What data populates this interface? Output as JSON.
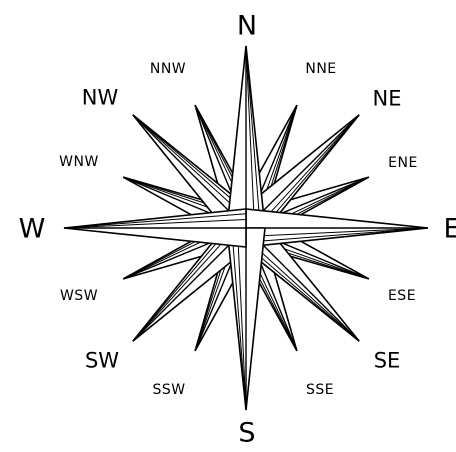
{
  "colors": {
    "ink": "#000000",
    "background": "#ffffff"
  },
  "directions": {
    "N": "N",
    "NNE": "NNE",
    "NE": "NE",
    "ENE": "ENE",
    "E": "E",
    "ESE": "ESE",
    "SE": "SE",
    "SSE": "SSE",
    "S": "S",
    "SSW": "SSW",
    "SW": "SW",
    "WSW": "WSW",
    "W": "W",
    "WNW": "WNW",
    "NW": "NW",
    "NNW": "NNW"
  }
}
